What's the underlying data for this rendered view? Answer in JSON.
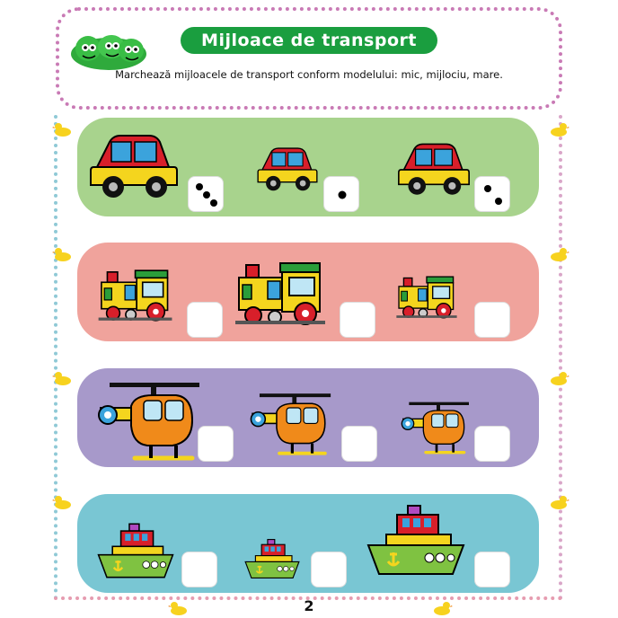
{
  "header": {
    "title": "Mijloace de transport",
    "instruction": "Marchează mijloacele de transport conform modelului: mic, mijlociu, mare."
  },
  "rows": [
    {
      "vehicle": "car",
      "color": "#a8d38d"
    },
    {
      "vehicle": "train",
      "color": "#f0a39c"
    },
    {
      "vehicle": "helicopter",
      "color": "#a799ca"
    },
    {
      "vehicle": "ship",
      "color": "#79c6d3"
    }
  ],
  "example_marks": [
    3,
    1,
    2
  ],
  "page_number": "2"
}
